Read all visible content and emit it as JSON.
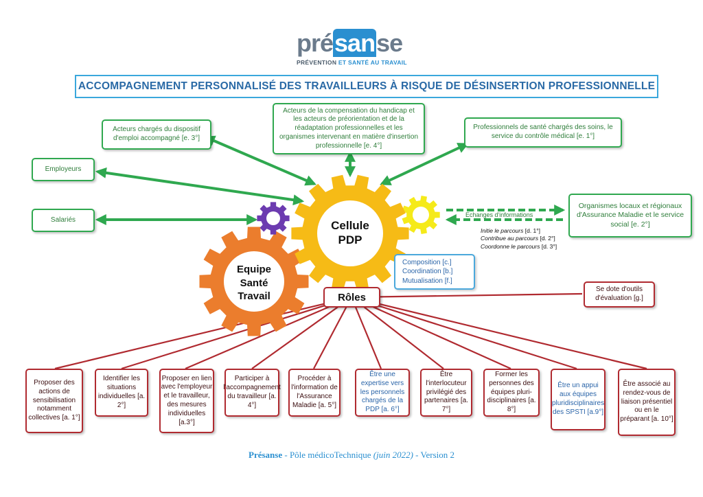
{
  "logo": {
    "pre": "pré",
    "highlight": "san",
    "post": "se",
    "sub_pre": "PRÉVENTION ",
    "sub_hl": "ET SANTÉ AU TRAVAIL"
  },
  "title": "ACCOMPAGNEMENT PERSONNALISÉ DES TRAVAILLEURS À RISQUE DE DÉSINSERTION PROFESSIONNELLE",
  "gears": {
    "pdp_line1": "Cellule",
    "pdp_line2": "PDP",
    "est_line1": "Equipe",
    "est_line2": "Santé",
    "est_line3": "Travail"
  },
  "actors": {
    "emploi_accompagne": "Acteurs chargés du dispositif d'emploi accompagné [e. 3°]",
    "handicap": "Acteurs de la compensation du handicap et les acteurs de préorientation et de la réadaptation professionnelles et les organismes intervenant en matière d'insertion professionnelle [e. 4°]",
    "professionnels_sante": "Professionnels de santé chargés des soins, le service du contrôle médical [e. 1°]",
    "employeurs": "Employeurs",
    "salaries": "Salariés",
    "organismes": "Organismes locaux et régionaux d'Assurance Maladie et le service social [e. 2°]"
  },
  "exchanges": {
    "label": "Echanges d'informations",
    "l1_it": "Initie le parcours",
    "l1": " [d. 1°]",
    "l2_it": "Contribue au parcours",
    "l2": " [d. 2°]",
    "l3_it": "Coordonne le parcours",
    "l3": " [d. 3°]"
  },
  "composition": {
    "l1": "Composition [c.]",
    "l2": "Coordination [b.]",
    "l3": "Mutualisation [f.]"
  },
  "roles": {
    "title": "Rôles",
    "outils": "Se dote d'outils d'évaluation [g.]",
    "items": [
      "Proposer des actions de sensibilisation notamment collectives [a. 1°]",
      "Identifier les situations individuelles [a. 2°]",
      "Proposer en lien avec l'employeur et le travailleur, des mesures individuelles [a.3°]",
      "Participer à l'accompagnement du travailleur [a. 4°]",
      "Procéder à l'information de l'Assurance Maladie [a. 5°]",
      "Être une expertise vers les personnels chargés de la PDP [a. 6°]",
      "Être l'interlocuteur privilégié des partenaires [a. 7°]",
      "Former les personnes des équipes pluri-disciplinaires [a. 8°]",
      "Être un appui aux équipes pluridisciplinaires des SPSTI [a.9°]",
      "Être associé au rendez-vous de liaison présentiel ou en le préparant [a. 10°]"
    ]
  },
  "footer": {
    "brand": "Présanse",
    "mid": " - Pôle médicoTechnique ",
    "date": "(juin 2022)",
    "end": " - Version 2"
  },
  "colors": {
    "green": "#2fa84f",
    "dark_red": "#b02a30",
    "blue": "#3aa7dc",
    "gear_pdp": "#f6bb16",
    "gear_est": "#eb7d2d",
    "gear_purple": "#6c3bb0",
    "gear_yellow": "#f5ea1a"
  }
}
